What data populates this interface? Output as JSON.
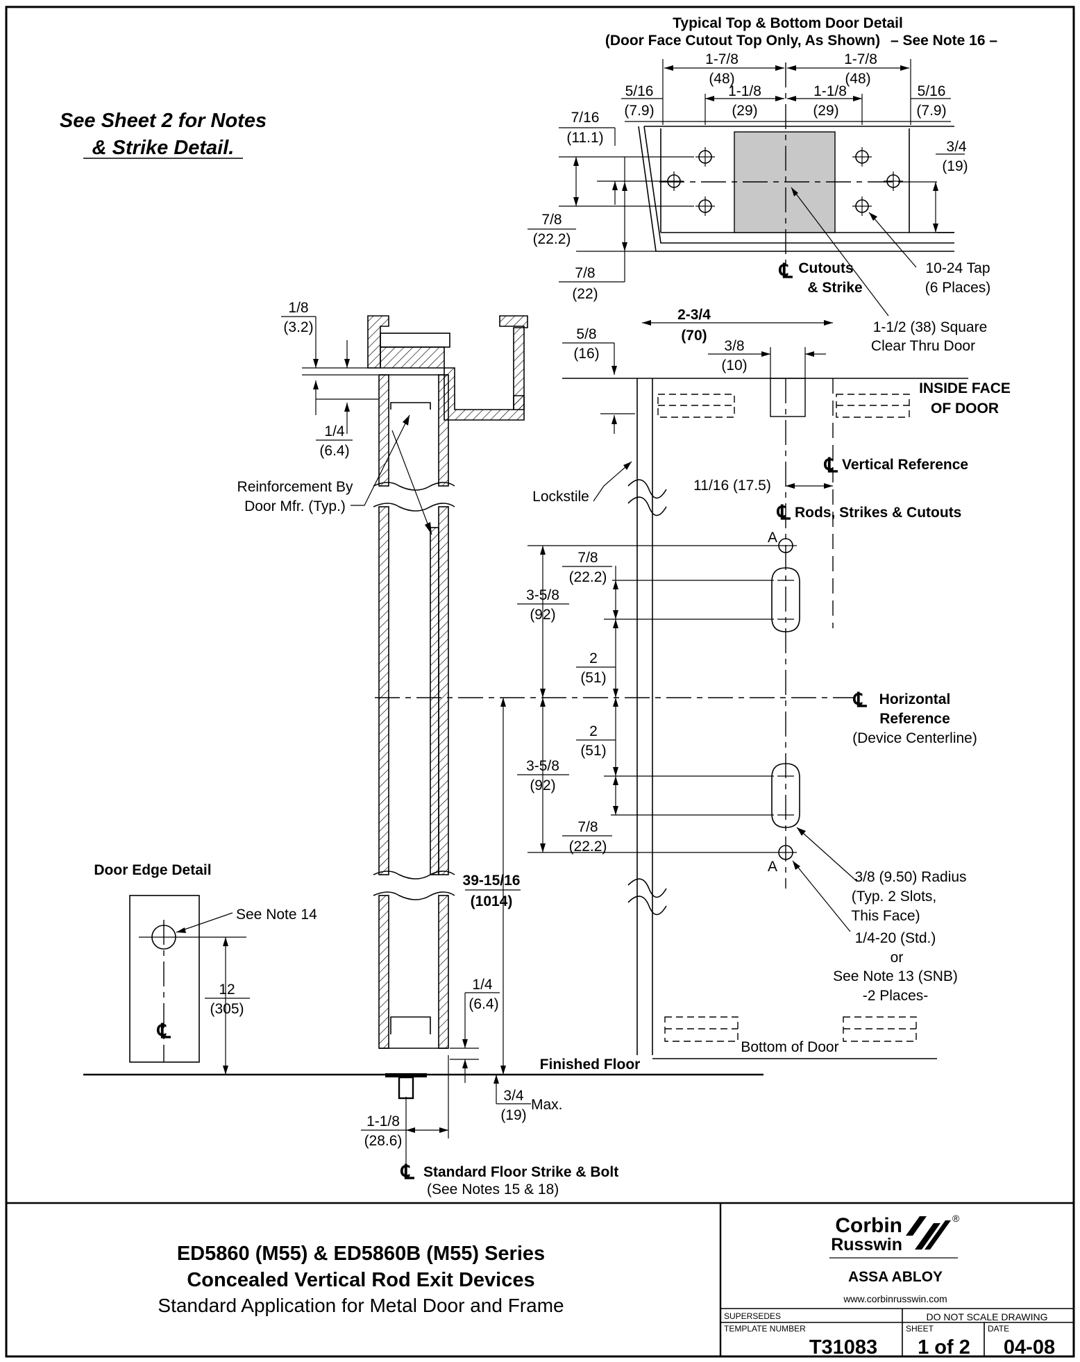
{
  "top_detail": {
    "title1": "Typical Top & Bottom Door Detail",
    "title2": "(Door Face Cutout Top Only, As Shown)",
    "title2b": "– See Note 16 –",
    "dims": {
      "a_frac": "1-7/8",
      "a_mm": "(48)",
      "b_frac": "1-7/8",
      "b_mm": "(48)",
      "c_frac": "1-1/8",
      "c_mm": "(29)",
      "d_frac": "1-1/8",
      "d_mm": "(29)",
      "e_frac": "5/16",
      "e_mm": "(7.9)",
      "f_frac": "5/16",
      "f_mm": "(7.9)",
      "g_frac": "7/16",
      "g_mm": "(11.1)",
      "h_frac": "3/4",
      "h_mm": "(19)",
      "i_frac": "7/8",
      "i_mm": "(22.2)",
      "j_frac": "7/8",
      "j_mm": "(22)"
    },
    "cl_cutouts": "Cutouts",
    "cl_strike": "& Strike",
    "tap1": "10-24 Tap",
    "tap2": "(6 Places)",
    "square1": "1-1/2 (38) Square",
    "square2": "Clear Thru Door"
  },
  "see_sheet": {
    "line1": "See Sheet 2 for Notes",
    "line2": "& Strike Detail."
  },
  "frame": {
    "d1_frac": "1/8",
    "d1_mm": "(3.2)",
    "d2_frac": "1/4",
    "d2_mm": "(6.4)",
    "reinforce1": "Reinforcement By",
    "reinforce2": "Door Mfr. (Typ.)"
  },
  "door_face": {
    "w_frac": "2-3/4",
    "w_mm": "(70)",
    "k_frac": "3/8",
    "k_mm": "(10)",
    "m_frac": "5/8",
    "m_mm": "(16)",
    "inside1": "INSIDE FACE",
    "inside2": "OF DOOR",
    "vert_ref": "Vertical Reference",
    "offset": "11/16 (17.5)",
    "lockstile": "Lockstile",
    "rods": "Rods, Strikes & Cutouts",
    "point_a": "A",
    "point_a2": "A",
    "n1_frac": "7/8",
    "n1_mm": "(22.2)",
    "n2_frac": "3-5/8",
    "n2_mm": "(92)",
    "n3_frac": "2",
    "n3_mm": "(51)",
    "n4_frac": "2",
    "n4_mm": "(51)",
    "n5_frac": "3-5/8",
    "n5_mm": "(92)",
    "n6_frac": "7/8",
    "n6_mm": "(22.2)",
    "horiz1": "Horizontal",
    "horiz2": "Reference",
    "horiz3": "(Device Centerline)",
    "radius1": "3/8 (9.50) Radius",
    "radius2": "(Typ. 2 Slots,",
    "radius3": "This Face)",
    "hole1": "1/4-20 (Std.)",
    "hole2": "or",
    "hole3": "See Note 13 (SNB)",
    "hole4": "-2 Places-",
    "bottom_door": "Bottom of Door"
  },
  "edge_detail": {
    "title": "Door Edge Detail",
    "note": "See Note 14",
    "d_frac": "12",
    "d_mm": "(305)"
  },
  "floor": {
    "height_frac": "39-15/16",
    "height_mm": "(1014)",
    "p_frac": "1/4",
    "p_mm": "(6.4)",
    "finished": "Finished Floor",
    "q_frac": "3/4",
    "q_mm": "(19)",
    "max": "Max.",
    "r_frac": "1-1/8",
    "r_mm": "(28.6)",
    "strike1": "Standard Floor Strike & Bolt",
    "strike2": "(See Notes 15 & 18)"
  },
  "title_block": {
    "line1": "ED5860 (M55) & ED5860B (M55) Series",
    "line2": "Concealed Vertical Rod Exit Devices",
    "line3": "Standard Application for Metal Door and Frame",
    "logo1": "Corbin",
    "logo2": "Russwin",
    "reg": "®",
    "brand": "ASSA ABLOY",
    "website": "www.corbinrusswin.com",
    "supersedes_label": "SUPERSEDES",
    "scale_note": "DO NOT SCALE DRAWING",
    "template_label": "TEMPLATE NUMBER",
    "template_value": "T31083",
    "sheet_label": "SHEET",
    "sheet_value": "1 of 2",
    "date_label": "DATE",
    "date_value": "04-08"
  }
}
